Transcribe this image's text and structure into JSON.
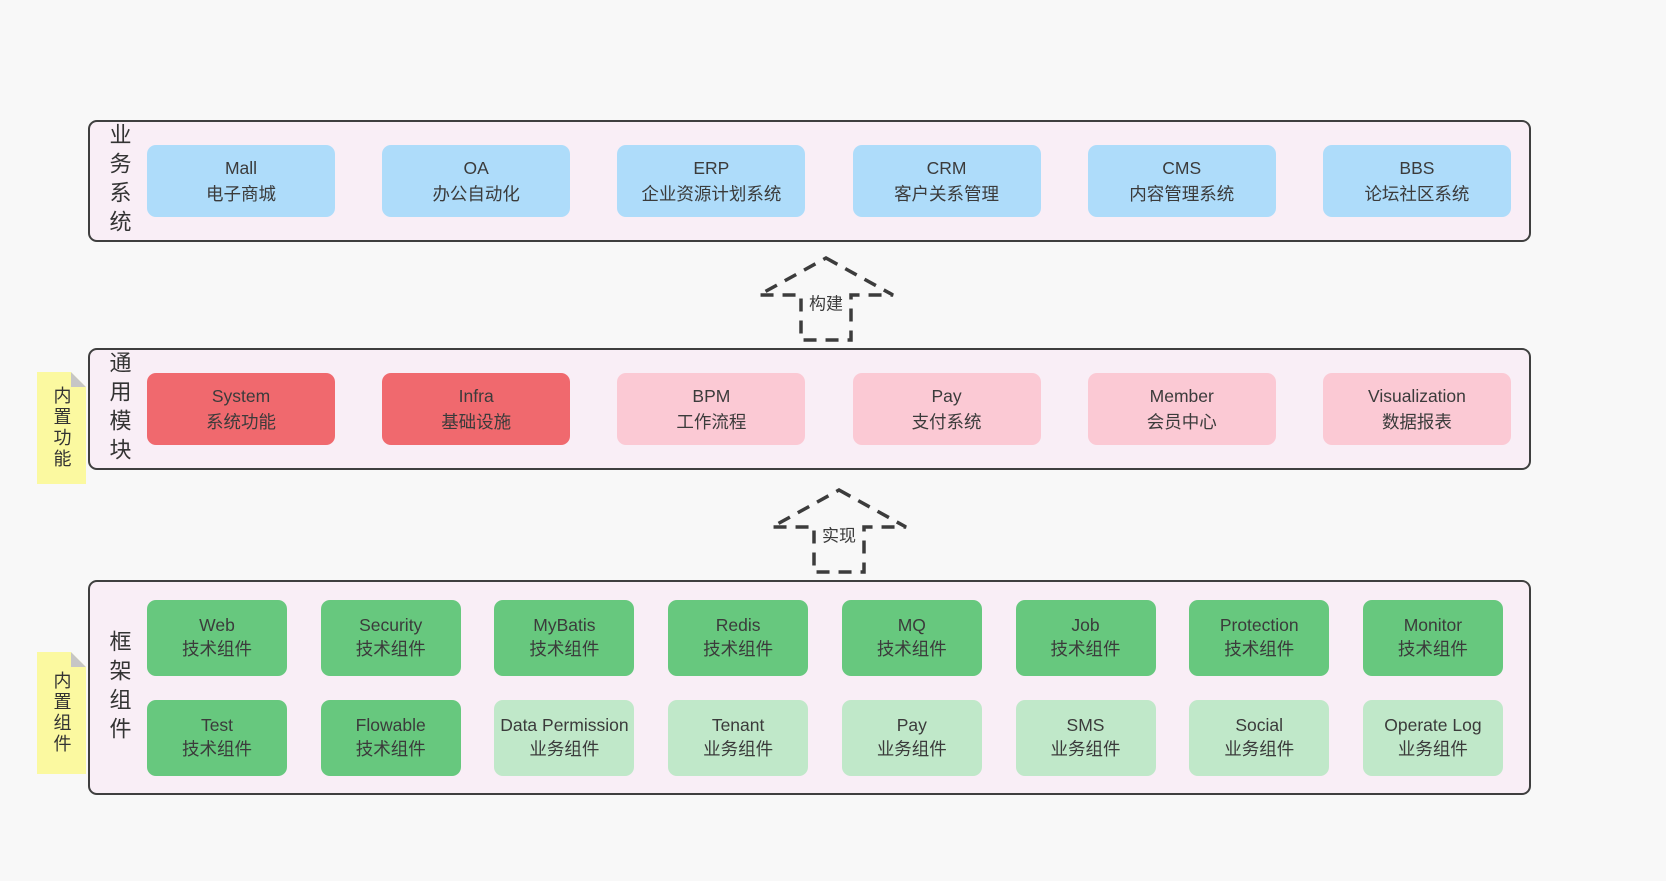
{
  "diagram": {
    "arrows": [
      {
        "label": "构建"
      },
      {
        "label": "实现"
      }
    ],
    "bands": [
      {
        "label": "业务系统",
        "boxes": [
          {
            "title": "Mall",
            "subtitle": "电子商城"
          },
          {
            "title": "OA",
            "subtitle": "办公自动化"
          },
          {
            "title": "ERP",
            "subtitle": "企业资源计划系统"
          },
          {
            "title": "CRM",
            "subtitle": "客户关系管理"
          },
          {
            "title": "CMS",
            "subtitle": "内容管理系统"
          },
          {
            "title": "BBS",
            "subtitle": "论坛社区系统"
          }
        ]
      },
      {
        "label": "通用模块",
        "sticky": "内置功能",
        "boxes": [
          {
            "title": "System",
            "subtitle": "系统功能"
          },
          {
            "title": "Infra",
            "subtitle": "基础设施"
          },
          {
            "title": "BPM",
            "subtitle": "工作流程"
          },
          {
            "title": "Pay",
            "subtitle": "支付系统"
          },
          {
            "title": "Member",
            "subtitle": "会员中心"
          },
          {
            "title": "Visualization",
            "subtitle": "数据报表"
          }
        ]
      },
      {
        "label": "框架组件",
        "sticky": "内置组件",
        "rows": [
          [
            {
              "title": "Web",
              "subtitle": "技术组件"
            },
            {
              "title": "Security",
              "subtitle": "技术组件"
            },
            {
              "title": "MyBatis",
              "subtitle": "技术组件"
            },
            {
              "title": "Redis",
              "subtitle": "技术组件"
            },
            {
              "title": "MQ",
              "subtitle": "技术组件"
            },
            {
              "title": "Job",
              "subtitle": "技术组件"
            },
            {
              "title": "Protection",
              "subtitle": "技术组件"
            },
            {
              "title": "Monitor",
              "subtitle": "技术组件"
            }
          ],
          [
            {
              "title": "Test",
              "subtitle": "技术组件"
            },
            {
              "title": "Flowable",
              "subtitle": "技术组件"
            },
            {
              "title": "Data Permission",
              "subtitle": "业务组件"
            },
            {
              "title": "Tenant",
              "subtitle": "业务组件"
            },
            {
              "title": "Pay",
              "subtitle": "业务组件"
            },
            {
              "title": "SMS",
              "subtitle": "业务组件"
            },
            {
              "title": "Social",
              "subtitle": "业务组件"
            },
            {
              "title": "Operate Log",
              "subtitle": "业务组件"
            }
          ]
        ]
      }
    ],
    "colors": {
      "page_background": "#f8f8f8",
      "band_background": "#f9eef6",
      "band_border": "#3f3f3f",
      "blue_box": "#aedcfa",
      "red_box": "#f0696e",
      "pink_box": "#fbc9d4",
      "green_box": "#67c87e",
      "light_green_box": "#c0e8c9",
      "sticky_yellow": "#fbf9a0",
      "text": "#3b3b3b"
    }
  }
}
